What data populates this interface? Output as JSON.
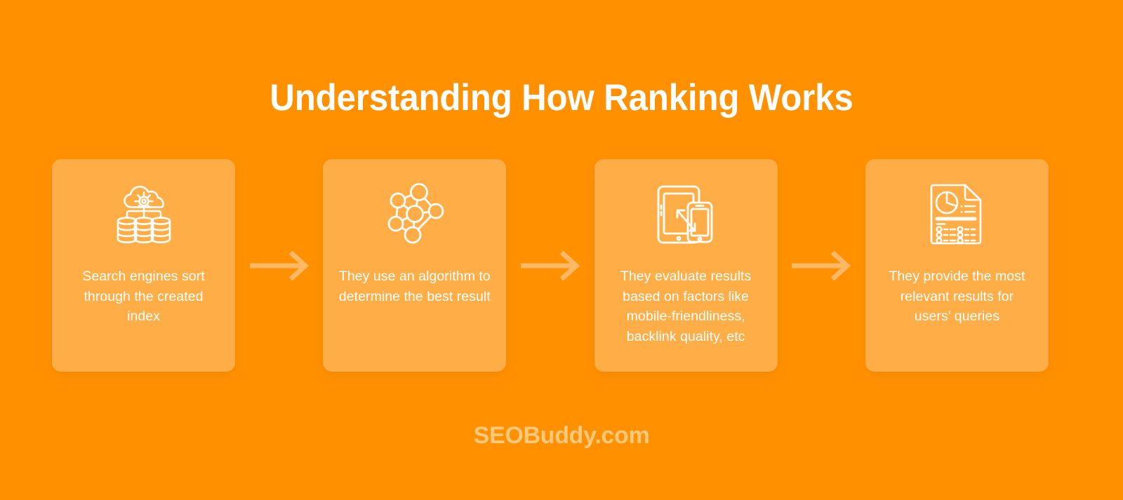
{
  "colors": {
    "background": "#FF9100",
    "card_background": "#FFAE47",
    "title_text": "#FFFFFF",
    "card_text": "#FFFFFF",
    "arrow": "#FFB863",
    "footer_text": "#FFC87C",
    "icon_stroke": "#FFFFFF"
  },
  "header": {
    "title": "Understanding How Ranking Works"
  },
  "flow": {
    "steps": [
      {
        "icon": "cloud-database-gear-icon",
        "text": "Search engines sort through the created index"
      },
      {
        "icon": "neural-network-nodes-icon",
        "text": "They use an algorithm to determine the best result"
      },
      {
        "icon": "responsive-devices-icon",
        "text": "They evaluate results based on factors like mobile-friendliness, backlink quality, etc"
      },
      {
        "icon": "report-document-chart-icon",
        "text": "They provide the most relevant results for users’ queries"
      }
    ],
    "connectors": [
      {
        "icon": "arrow-right-icon"
      },
      {
        "icon": "arrow-right-icon"
      },
      {
        "icon": "arrow-right-icon"
      }
    ]
  },
  "footer": {
    "brand": "SEOBuddy.com"
  }
}
